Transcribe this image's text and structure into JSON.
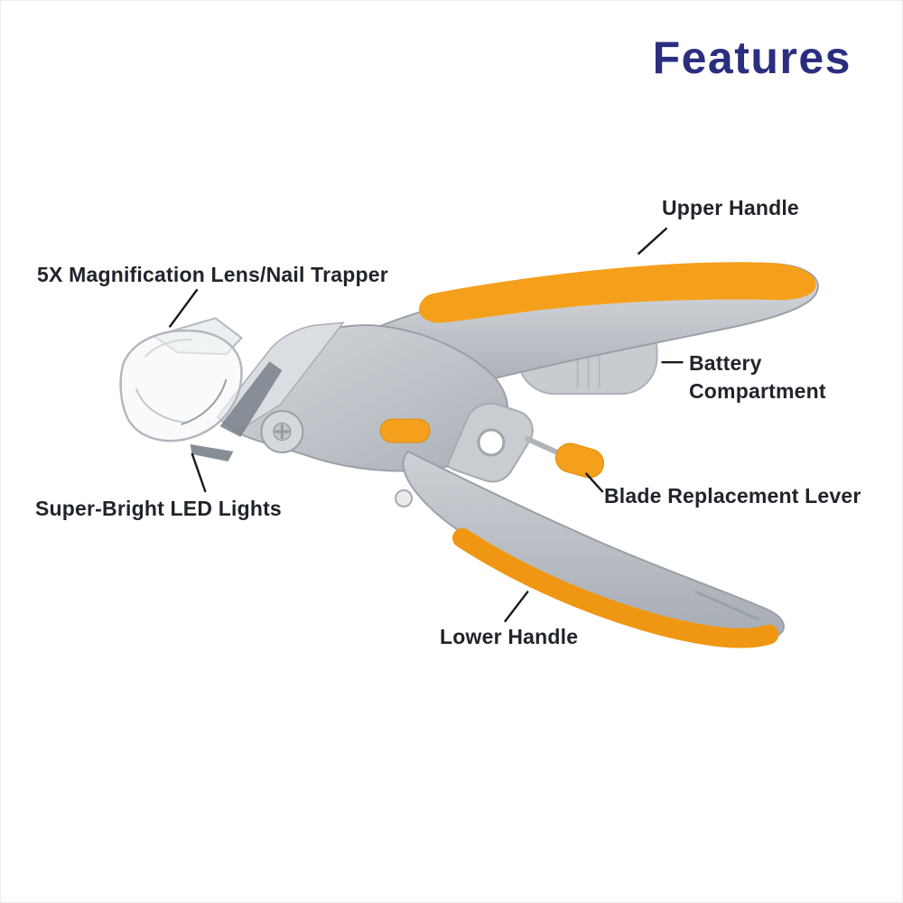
{
  "page": {
    "title": "Features",
    "background": "#ffffff"
  },
  "colors": {
    "title_color": "#2b2e7f",
    "label_text": "#20242b",
    "leader_line": "#17191d",
    "accent_orange": "#f5a01c",
    "accent_orange_deep": "#ef9712",
    "body_gray": "#bcc1c7",
    "body_gray_dark": "#9ca2a9",
    "lens_tint": "rgba(245,247,249,0.6)"
  },
  "callouts": {
    "upper_handle": "Upper Handle",
    "magnification_lens": "5X Magnification Lens/Nail Trapper",
    "battery_compartment": "Battery Compartment",
    "blade_replacement_lever": "Blade Replacement Lever",
    "led_lights": "Super-Bright LED Lights",
    "lower_handle": "Lower Handle"
  }
}
